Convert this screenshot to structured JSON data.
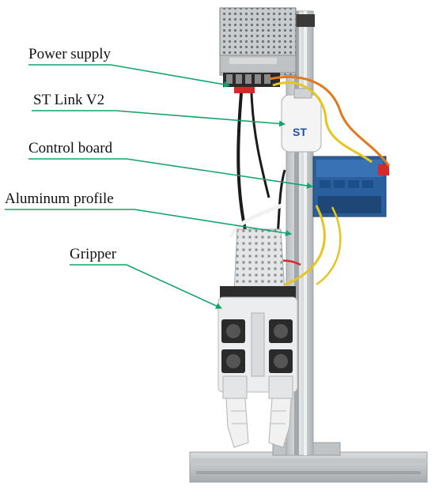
{
  "labels": {
    "power_supply": "Power supply",
    "st_link": "ST Link V2",
    "control_board": "Control board",
    "aluminum_profile": "Aluminum profile",
    "gripper": "Gripper"
  },
  "board_logo": "ST",
  "colors": {
    "leader_line": "#13a36a",
    "profile": "#cfd2d4",
    "board_blue": "#2a5f9e",
    "wire_yellow": "#e6c51e",
    "wire_orange": "#e07a1e",
    "wire_red": "#d62a2a",
    "wire_black": "#1b1b1b"
  }
}
